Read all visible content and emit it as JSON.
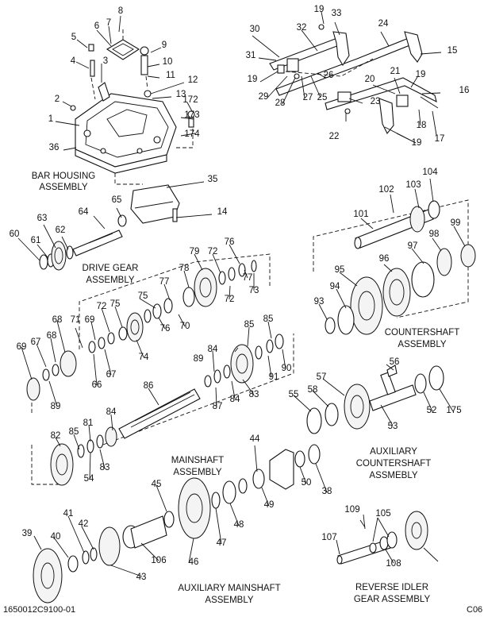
{
  "drawing_number": "1650012C9100-01",
  "sheet_code": "C06",
  "assemblies": [
    {
      "id": "bar",
      "lines": [
        "BAR HOUSING",
        "ASSEMBLY"
      ]
    },
    {
      "id": "drive",
      "lines": [
        "DRIVE GEAR",
        "ASSEMBLY"
      ]
    },
    {
      "id": "counter",
      "lines": [
        "COUNTERSHAFT",
        "ASSEMBLY"
      ]
    },
    {
      "id": "auxcounter",
      "lines": [
        "AUXILIARY",
        "COUNTERSHAFT",
        "ASSMEBLY"
      ]
    },
    {
      "id": "mainshaft",
      "lines": [
        "MAINSHAFT",
        "ASSEMBLY"
      ]
    },
    {
      "id": "auxmain",
      "lines": [
        "AUXILIARY MAINSHAFT",
        "ASSEMBLY"
      ]
    },
    {
      "id": "reverse",
      "lines": [
        "REVERSE IDLER",
        "GEAR ASSEMBLY"
      ]
    }
  ],
  "callouts": [
    "8",
    "7",
    "6",
    "5",
    "3",
    "4",
    "9",
    "10",
    "11",
    "12",
    "13",
    "2",
    "1",
    "36",
    "172",
    "173",
    "174",
    "35",
    "14",
    "19",
    "33",
    "30",
    "32",
    "24",
    "31",
    "15",
    "26",
    "19",
    "29",
    "28",
    "27",
    "25",
    "20",
    "21",
    "19",
    "16",
    "23",
    "22",
    "18",
    "19",
    "17",
    "65",
    "64",
    "63",
    "62",
    "60",
    "61",
    "102",
    "104",
    "103",
    "101",
    "99",
    "98",
    "97",
    "96",
    "95",
    "94",
    "93",
    "79",
    "76",
    "72",
    "78",
    "77",
    "75",
    "77",
    "72",
    "73",
    "75",
    "72",
    "74",
    "76",
    "70",
    "68",
    "71",
    "69",
    "66",
    "67",
    "69",
    "67",
    "68",
    "89",
    "85",
    "85",
    "89",
    "84",
    "91",
    "90",
    "83",
    "84",
    "87",
    "86",
    "84",
    "81",
    "82",
    "85",
    "83",
    "54",
    "56",
    "57",
    "58",
    "55",
    "53",
    "52",
    "175",
    "44",
    "45",
    "46",
    "47",
    "48",
    "49",
    "50",
    "38",
    "39",
    "40",
    "41",
    "42",
    "43",
    "106",
    "109",
    "105",
    "107",
    "108"
  ]
}
